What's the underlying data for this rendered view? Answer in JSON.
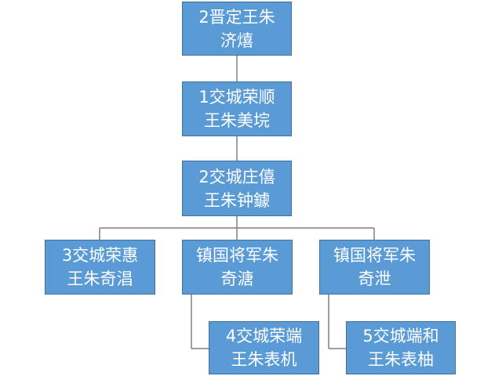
{
  "nodes": {
    "jinding_wang": {
      "line1": "2晋定王朱",
      "line2": "济熺"
    },
    "jiaocheng_rongshun": {
      "line1": "1交城荣顺",
      "line2": "王朱美垸"
    },
    "jiaocheng_zhuangxi": {
      "line1": "2交城庄僖",
      "line2": "王朱钟鐻"
    },
    "jiaocheng_ronghui": {
      "line1": "3交城荣惠",
      "line2": "王朱奇淐"
    },
    "zhenguo_qiyong": {
      "line1": "镇国将军朱",
      "line2": "奇溏"
    },
    "zhenguo_qiyi": {
      "line1": "镇国将军朱",
      "line2": "奇泄"
    },
    "jiaocheng_rongduan": {
      "line1": "4交城荣端",
      "line2": "王朱表机"
    },
    "jiaocheng_duanhe": {
      "line1": "5交城端和",
      "line2": "王朱表柚"
    }
  }
}
